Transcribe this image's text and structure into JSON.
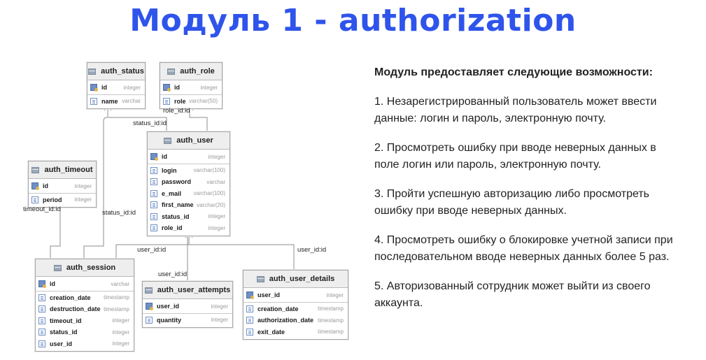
{
  "title": "Модуль 1 - authorization",
  "tables": {
    "auth_status": {
      "name": "auth_status",
      "fields": [
        {
          "name": "id",
          "type": "integer",
          "key": true
        },
        {
          "name": "name",
          "type": "varchar",
          "key": false
        }
      ]
    },
    "auth_role": {
      "name": "auth_role",
      "fields": [
        {
          "name": "id",
          "type": "integer",
          "key": true
        },
        {
          "name": "role",
          "type": "varchar(50)",
          "key": false
        }
      ]
    },
    "auth_user": {
      "name": "auth_user",
      "fields": [
        {
          "name": "id",
          "type": "integer",
          "key": true
        },
        {
          "name": "login",
          "type": "varchar(100)",
          "key": false
        },
        {
          "name": "password",
          "type": "varchar",
          "key": false
        },
        {
          "name": "e_mail",
          "type": "varchar(100)",
          "key": false
        },
        {
          "name": "first_name",
          "type": "varchar(20)",
          "key": false
        },
        {
          "name": "status_id",
          "type": "integer",
          "key": false
        },
        {
          "name": "role_id",
          "type": "integer",
          "key": false
        }
      ]
    },
    "auth_timeout": {
      "name": "auth_timeout",
      "fields": [
        {
          "name": "id",
          "type": "integer",
          "key": true
        },
        {
          "name": "period",
          "type": "integer",
          "key": false
        }
      ]
    },
    "auth_session": {
      "name": "auth_session",
      "fields": [
        {
          "name": "id",
          "type": "varchar",
          "key": true
        },
        {
          "name": "creation_date",
          "type": "timestamp",
          "key": false
        },
        {
          "name": "destruction_date",
          "type": "timestamp",
          "key": false
        },
        {
          "name": "timeout_id",
          "type": "integer",
          "key": false
        },
        {
          "name": "status_id",
          "type": "integer",
          "key": false
        },
        {
          "name": "user_id",
          "type": "integer",
          "key": false
        }
      ]
    },
    "auth_user_attempts": {
      "name": "auth_user_attempts",
      "fields": [
        {
          "name": "user_id",
          "type": "integer",
          "key": true
        },
        {
          "name": "quantity",
          "type": "integer",
          "key": false
        }
      ]
    },
    "auth_user_details": {
      "name": "auth_user_details",
      "fields": [
        {
          "name": "user_id",
          "type": "integer",
          "key": true
        },
        {
          "name": "creation_date",
          "type": "timestamp",
          "key": false
        },
        {
          "name": "authorization_date",
          "type": "timestamp",
          "key": false
        },
        {
          "name": "exit_date",
          "type": "timestamp",
          "key": false
        }
      ]
    }
  },
  "relations": {
    "role_id": "role_id:id",
    "status_user": "status_id:id",
    "timeout": "timeout_id:id",
    "status_session": "status_id:id",
    "user_session": "user_id:id",
    "user_attempts": "user_id:id",
    "user_details": "user_id:id"
  },
  "description": {
    "heading": "Модуль предоставляет следующие возможности:",
    "items": [
      "1. Незарегистрированный пользователь может ввести данные: логин и пароль, электронную почту.",
      "2. Просмотреть ошибку при вводе неверных данных в поле логин или пароль, электронную почту.",
      "3. Пройти успешную авторизацию либо просмотреть ошибку при вводе неверных данных.",
      "4. Просмотреть ошибку о блокировке учетной записи при последовательном вводе неверных данных более 5 раз.",
      "5. Авторизованный сотрудник может выйти из своего аккаунта."
    ]
  },
  "colors": {
    "title": "#2f54eb",
    "line": "#8c8c8c"
  }
}
